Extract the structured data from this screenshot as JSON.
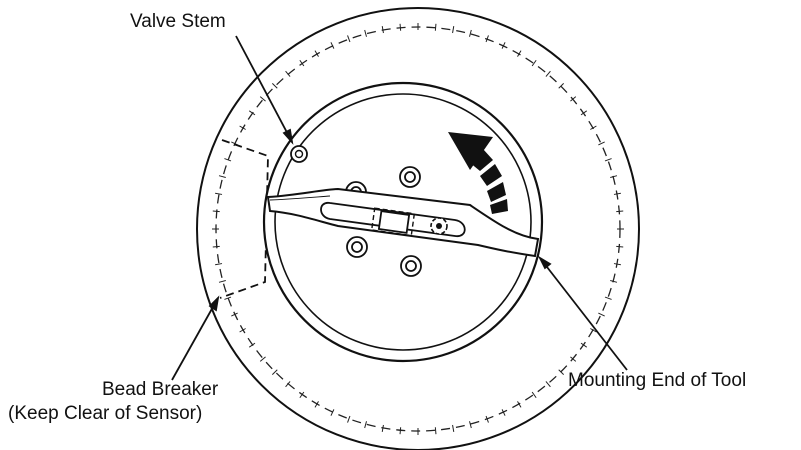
{
  "labels": {
    "valve_stem": "Valve Stem",
    "bead_breaker_line1": "Bead Breaker",
    "bead_breaker_line2": "(Keep Clear of Sensor)",
    "mounting_end": "Mounting End of Tool"
  },
  "colors": {
    "ink": "#111111",
    "background": "#ffffff"
  },
  "icons": {
    "rotation": "curved-arrow-icon"
  }
}
